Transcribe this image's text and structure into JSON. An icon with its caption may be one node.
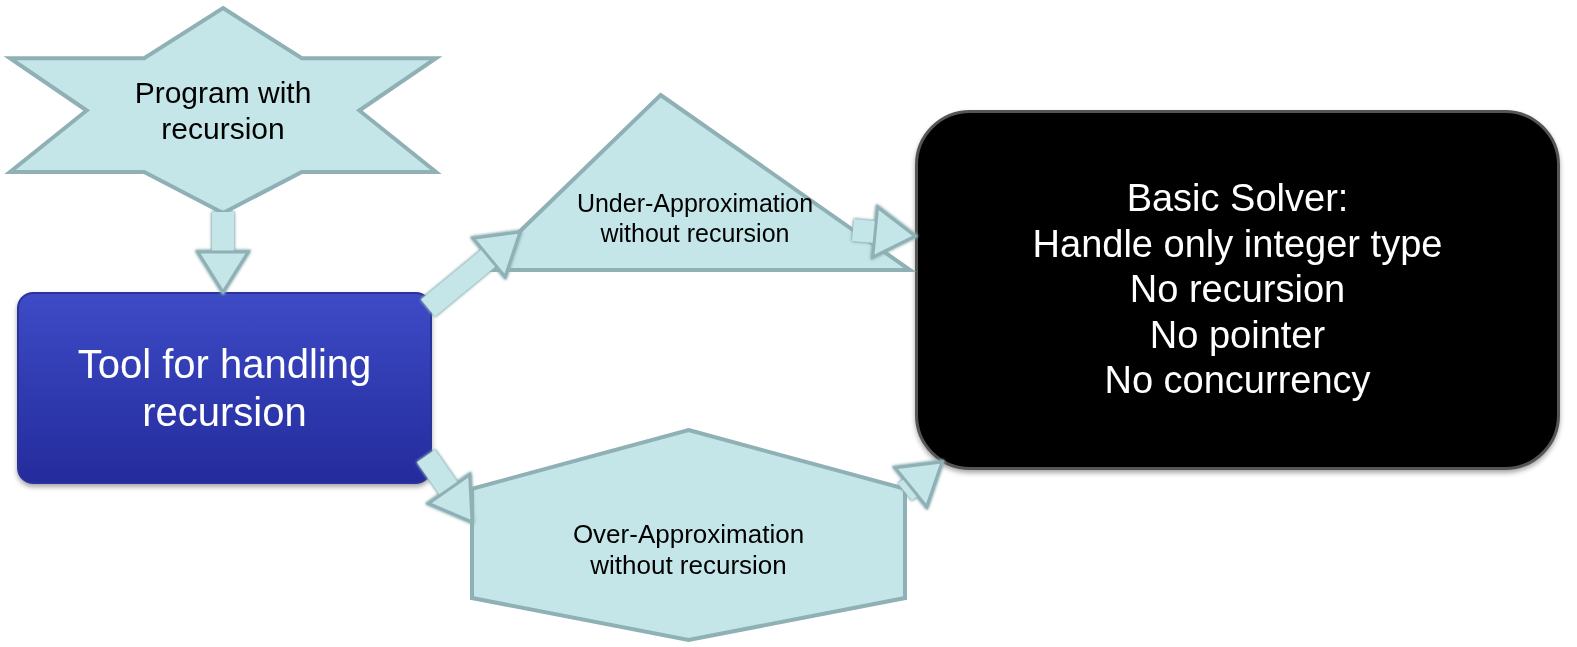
{
  "diagram": {
    "nodes": [
      {
        "text": [
          "Program with recursion"
        ]
      },
      {
        "text": [
          "Tool for handling recursion"
        ]
      },
      {
        "text": [
          "Under-Approximation without recursion"
        ]
      },
      {
        "text": [
          "Over-Approximation without recursion"
        ]
      },
      {
        "text": [
          "Basic Solver:",
          "Handle only integer type",
          "No recursion",
          "No pointer",
          "No concurrency"
        ]
      }
    ],
    "edges": [
      {
        "from": 0,
        "to": 1,
        "arrow": "to"
      },
      {
        "from": 1,
        "to": 2,
        "arrow": "to"
      },
      {
        "from": 2,
        "to": 4,
        "arrow": "to"
      },
      {
        "from": 1,
        "to": 3,
        "arrow": "to"
      },
      {
        "from": 3,
        "to": 4,
        "arrow": "to"
      }
    ]
  }
}
